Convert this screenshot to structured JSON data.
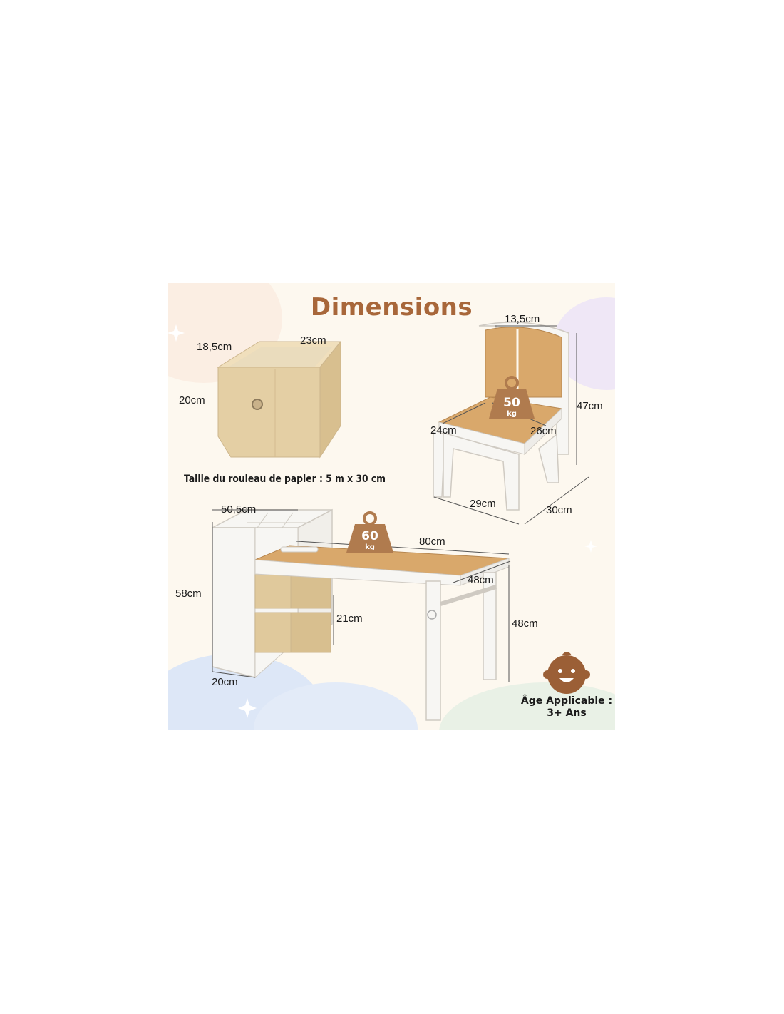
{
  "title": "Dimensions",
  "storage_box": {
    "depth": "18,5cm",
    "width": "23cm",
    "height": "20cm"
  },
  "paper_roll_note": "Taille du rouleau de papier : 5 m x 30 cm",
  "chair": {
    "backrest_width": "13,5cm",
    "height": "47cm",
    "seat_width": "24cm",
    "seat_depth": "26cm",
    "base_width": "29cm",
    "base_depth": "30cm",
    "max_load_value": "50",
    "max_load_unit": "kg"
  },
  "table": {
    "shelf_width": "50,5cm",
    "length": "80cm",
    "depth": "48cm",
    "shelf_height": "58cm",
    "height": "48cm",
    "cube_height": "21cm",
    "shelf_depth": "20cm",
    "max_load_value": "60",
    "max_load_unit": "kg"
  },
  "age": {
    "label": "Âge Applicable :",
    "value": "3+ Ans",
    "icon": "baby-face-icon"
  },
  "colors": {
    "title": "#a8673a",
    "wood": "#d9a86b",
    "fabric": "#e4cfa4",
    "white_frame": "#f7f6f3",
    "weight_icon": "#b07b4e",
    "baby_icon": "#9b5f36"
  }
}
